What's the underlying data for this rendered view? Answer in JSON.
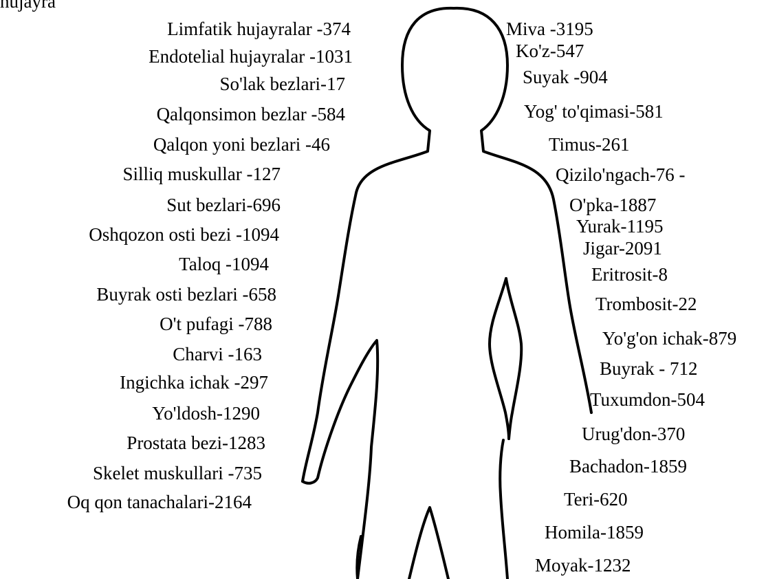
{
  "corner_text": "hujayra",
  "left_labels": [
    "Limfatik hujayralar -374",
    "Endotelial hujayralar -1031",
    "So'lak bezlari-17",
    "Qalqonsimon bezlar -584",
    "Qalqon yoni bezlari -46",
    "Silliq muskullar -127",
    "Sut bezlari-696",
    "Oshqozon osti bezi -1094",
    "Taloq -1094",
    "Buyrak osti bezlari -658",
    "O't pufagi -788",
    "Charvi -163",
    "Ingichka ichak -297",
    "Yo'ldosh-1290",
    "Prostata bezi-1283",
    "Skelet muskullari -735",
    "Oq qon tanachalari-2164"
  ],
  "right_labels": [
    "Miva -3195",
    "Ko'z-547",
    "Suyak -904",
    "Yog' to'qimasi-581",
    "Timus-261",
    "Qizilo'ngach-76 -",
    "O'pka-1887",
    "Yurak-1195",
    "Jigar-2091",
    "Eritrosit-8",
    "Trombosit-22",
    "Yo'g'on ichak-879",
    "Buyrak - 712",
    "Tuxumdon-504",
    "Urug'don-370",
    "Bachadon-1859",
    "Teri-620",
    "Homila-1859",
    "Moyak-1232"
  ]
}
